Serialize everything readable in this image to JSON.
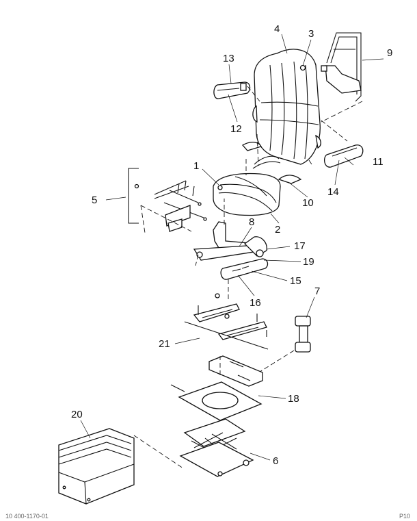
{
  "callouts": {
    "c1": "1",
    "c2": "2",
    "c3": "3",
    "c4": "4",
    "c5": "5",
    "c6": "6",
    "c7": "7",
    "c8": "8",
    "c9": "9",
    "c10": "10",
    "c11": "11",
    "c12": "12",
    "c13": "13",
    "c14": "14",
    "c15": "15",
    "c16": "16",
    "c17": "17",
    "c18": "18",
    "c19": "19",
    "c20": "20",
    "c21": "21"
  },
  "footer": {
    "left": "10 400-1170-01",
    "right": "P10"
  }
}
